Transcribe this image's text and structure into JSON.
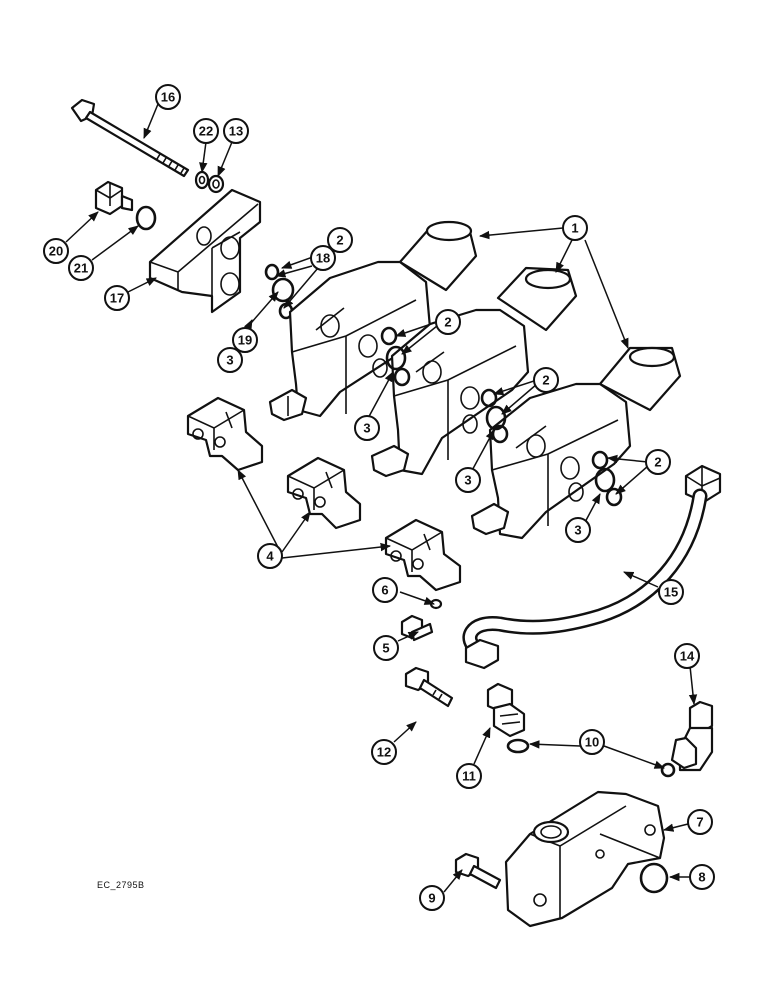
{
  "callouts": [
    "1",
    "2",
    "3",
    "4",
    "5",
    "6",
    "7",
    "8",
    "9",
    "10",
    "11",
    "12",
    "13",
    "14",
    "15",
    "16",
    "17",
    "18",
    "19",
    "20",
    "21",
    "22"
  ],
  "reference_code": "EC_2795B"
}
